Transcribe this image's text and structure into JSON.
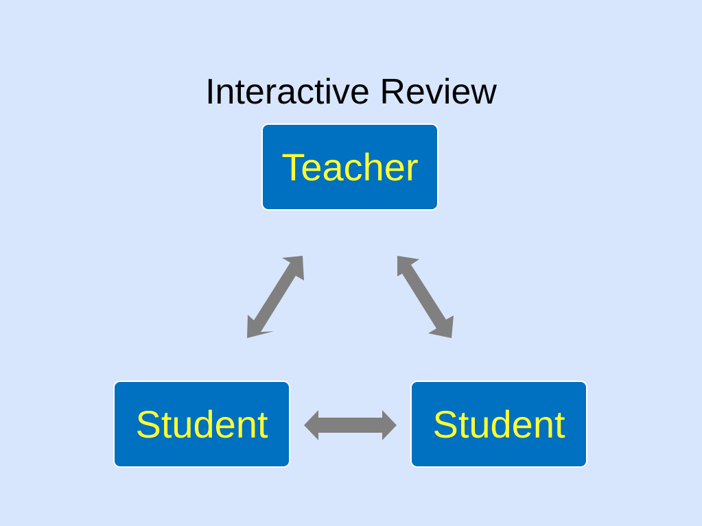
{
  "slide": {
    "title": "Interactive Review"
  },
  "diagram": {
    "nodes": {
      "teacher": "Teacher",
      "student_left": "Student",
      "student_right": "Student"
    },
    "colors": {
      "background": "#d7e6fc",
      "node_fill": "#0070c0",
      "node_text": "#ffff33",
      "arrow": "#808080"
    }
  }
}
